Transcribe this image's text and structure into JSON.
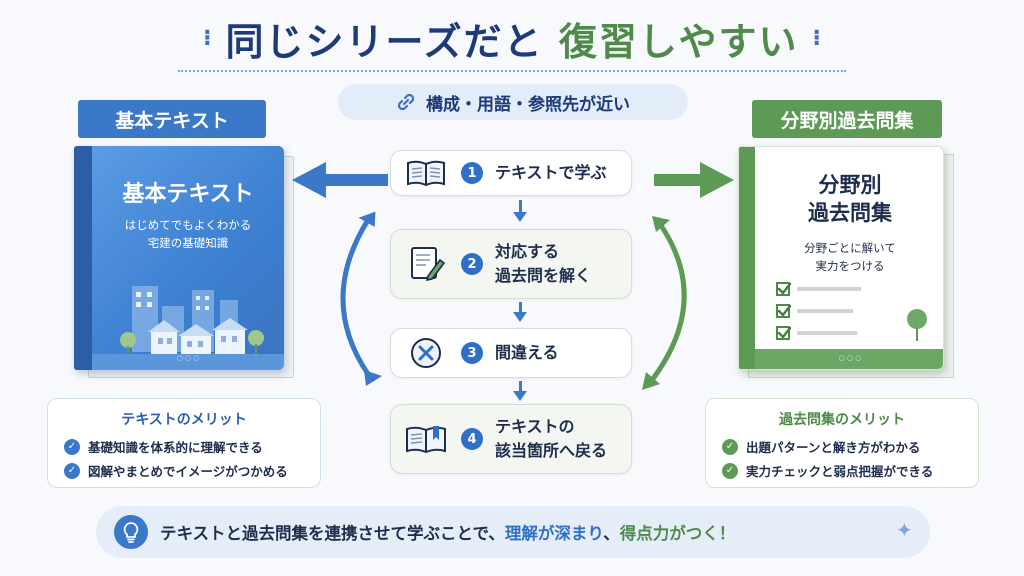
{
  "title": {
    "part1": "同じシリーズだと",
    "part2": "復習しやすい"
  },
  "subtitle": "構成・用語・参照先が近い",
  "left_book": {
    "label": "基本テキスト",
    "cover_title": "基本テキスト",
    "cover_sub1": "はじめてでもよくわかる",
    "cover_sub2": "宅建の基礎知識",
    "cover_footer": "○ ○ ○"
  },
  "right_book": {
    "label": "分野別過去問集",
    "cover_title1": "分野別",
    "cover_title2": "過去問集",
    "cover_sub1": "分野ごとに解いて",
    "cover_sub2": "実力をつける",
    "cover_footer": "○ ○ ○"
  },
  "steps": [
    {
      "num": "1",
      "line1": "テキストで学ぶ",
      "line2": "",
      "icon": "open-book-icon"
    },
    {
      "num": "2",
      "line1": "対応する",
      "line2": "過去問を解く",
      "icon": "pencil-paper-icon"
    },
    {
      "num": "3",
      "line1": "間違える",
      "line2": "",
      "icon": "x-circle-icon"
    },
    {
      "num": "4",
      "line1": "テキストの",
      "line2": "該当箇所へ戻る",
      "icon": "bookmark-book-icon"
    }
  ],
  "merit_left": {
    "title": "テキストのメリット",
    "items": [
      "基礎知識を体系的に理解できる",
      "図解やまとめでイメージがつかめる"
    ]
  },
  "merit_right": {
    "title": "過去問集のメリット",
    "items": [
      "出題パターンと解き方がわかる",
      "実力チェックと弱点把握ができる"
    ]
  },
  "banner": {
    "text_a": "テキストと過去問集を連携させて学ぶことで、",
    "text_b": "理解が深まり",
    "text_c": "、",
    "text_d": "得点力がつく！"
  },
  "colors": {
    "blue": "#3b78c8",
    "green": "#5c9a56",
    "navy": "#1e3a78"
  }
}
